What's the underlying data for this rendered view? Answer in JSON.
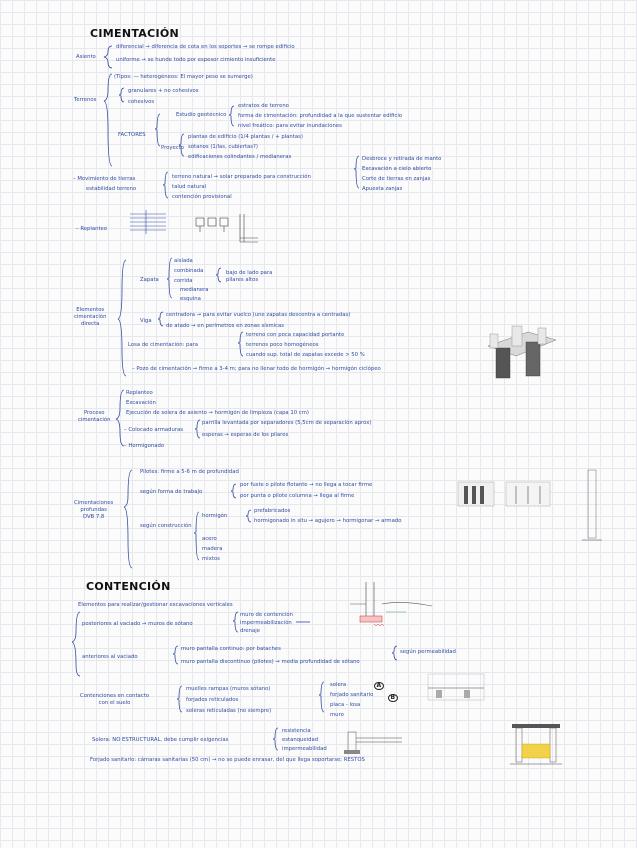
{
  "cimentacion": {
    "title": "CIMENTACIÓN",
    "asiento": {
      "label": "Asiento",
      "diferencial": "diferencial → diferencia de cota en los soportes → se rompe edificio",
      "uniforme": "uniforme → se hunde todo por espesor cimiento insuficiente"
    },
    "terrenos": {
      "label": "Terrenos",
      "tipos": "(Tipos: — heterogéneos: El mayor peso se sumerge)",
      "granulares": "granulares + no cohesivos",
      "cohesivos": "cohesivos",
      "estudio": "Estudio geotécnico",
      "estudio_items": [
        "estratos de terreno",
        "forma de cimentación: profundidad a la que sustentar edificio",
        "nivel freático: para evitar inundaciones"
      ],
      "factores": "FACTORES",
      "proyecto": "Proyecto",
      "proyecto_items": [
        "plantas de edificio (1/4 plantas / + plantas)",
        "sótanos (1/las, cubiertas?)",
        "edificaciones colindantes / medianeras"
      ]
    },
    "movimiento": {
      "label": "– Movimiento de tierras",
      "sub": "estabilidad terreno",
      "items": [
        "terreno natural → solar preparado para construcción",
        "talud natural",
        "contención provisional"
      ],
      "right": [
        "Desbroce y retirada de manto",
        "Excavación a cielo abierto",
        "Corte de tierras en zanjas",
        "Apuesta zanjas"
      ]
    },
    "replanteo": {
      "label": "– Replanteo"
    },
    "elementos": {
      "label": "Elementos\ncimentación\ndirecta",
      "zapata": "Zapata",
      "zapata_items": [
        "aislada",
        "combinada",
        "corrida",
        "medianera",
        "esquina"
      ],
      "zapata_note": "bajo de lado para\npilares altos",
      "viga": "Viga",
      "viga_items": [
        "centradora → para evitar vuelco (une zapatas descentra a centradas)",
        "de atado → en perímetros en zonas sísmicas"
      ],
      "losa": "Losa de cimentación: para",
      "losa_items": [
        "terreno con poca capacidad portante",
        "terrenos poco homogéneos",
        "cuando sup. total de zapatas excede > 50 %"
      ],
      "pozo": "– Pozo de cimentación → firme a 3-4 m; para no llenar todo de hormigón → hormigón ciclópeo"
    },
    "proceso": {
      "label": "Proceso\ncimentación",
      "items": [
        "Replanteo",
        "Excavación",
        "Ejecución de solera de asiento → hormigón de limpieza (capa 10 cm)"
      ],
      "colocado": "– Colocado armaduras",
      "colocado_items": [
        "parrilla levantada por separadores (5,5cm de separación aprox)",
        "esperas → esperas de los pilares"
      ],
      "hormigonado": "– Hormigonado"
    },
    "profundas": {
      "label": "Cimentaciones\nprofundas\nDVB 7.8",
      "pilotes": "Pilotes: firme a 5-6 m de profundidad",
      "segun_trabajo": "según forma de trabajo",
      "trabajo_items": [
        "por fuste o pilote flotante → no llega a tocar firme",
        "por punta o pilote columna → llega al firme"
      ],
      "segun_construccion": "según construcción",
      "hormigon": "hormigón",
      "hormigon_items": [
        "prefabricados",
        "hormigonado in situ → agujero → hormigonar → armado"
      ],
      "materials": [
        "acero",
        "madera",
        "mixtos"
      ]
    }
  },
  "contencion": {
    "title": "CONTENCIÓN",
    "intro": "Elementos para realizar/gestionar excavaciones verticales",
    "posteriores": "posteriores al vaciado → muros de sótano",
    "posteriores_items": [
      "muro de contención",
      "impermeabilización",
      "drenaje"
    ],
    "anteriores": "anteriores al vaciado",
    "anteriores_items": [
      "muro pantalla continuo: por bataches",
      "muro pantalla discontinuo (pilotes) → media profundidad de sótano"
    ],
    "anteriores_note": "según permeabilidad",
    "contacto": "Contenciones en contacto\ncon el suelo",
    "contacto_items": [
      "muelles rampas (muros sótano)",
      "forjados reticulados",
      "soleras reticuladas (no siempre)"
    ],
    "contacto_right": [
      "solera",
      "forjado sanitario",
      "placa - losa",
      "muro"
    ],
    "badge_a": "A",
    "badge_b": "B",
    "solera": "Solera: NO ESTRUCTURAL, debe cumplir exigencias",
    "solera_items": [
      "resistencia",
      "estanqueidad",
      "impermeabilidad"
    ],
    "forjado": "Forjado sanitario: cámaras sanitarias (50 cm) → no se puede enrasar, del que llega soportarse; RESTOS"
  }
}
